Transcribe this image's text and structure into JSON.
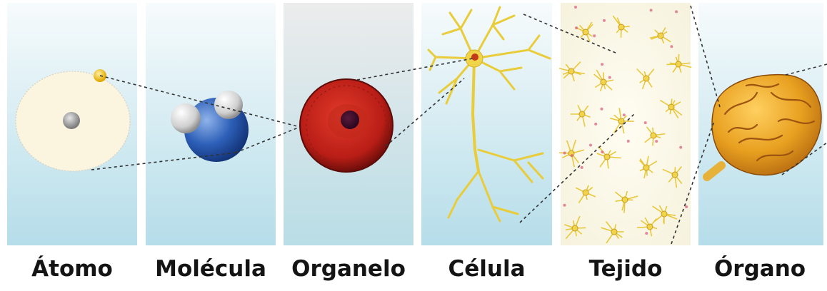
{
  "levels": [
    {
      "label": "Átomo",
      "icon": "atom-icon"
    },
    {
      "label": "Molécula",
      "icon": "molecule-icon"
    },
    {
      "label": "Organelo",
      "icon": "organelle-icon"
    },
    {
      "label": "Célula",
      "icon": "neuron-cell-icon"
    },
    {
      "label": "Tejido",
      "icon": "nerve-tissue-icon"
    },
    {
      "label": "Órgano",
      "icon": "brain-organ-icon"
    }
  ],
  "colors": {
    "panel_top": "#f7fbfc",
    "panel_bottom": "#b5dde9",
    "label_text": "#141414",
    "connector": "#333333",
    "neuron": "#f0d54a",
    "brain": "#e8a020"
  }
}
